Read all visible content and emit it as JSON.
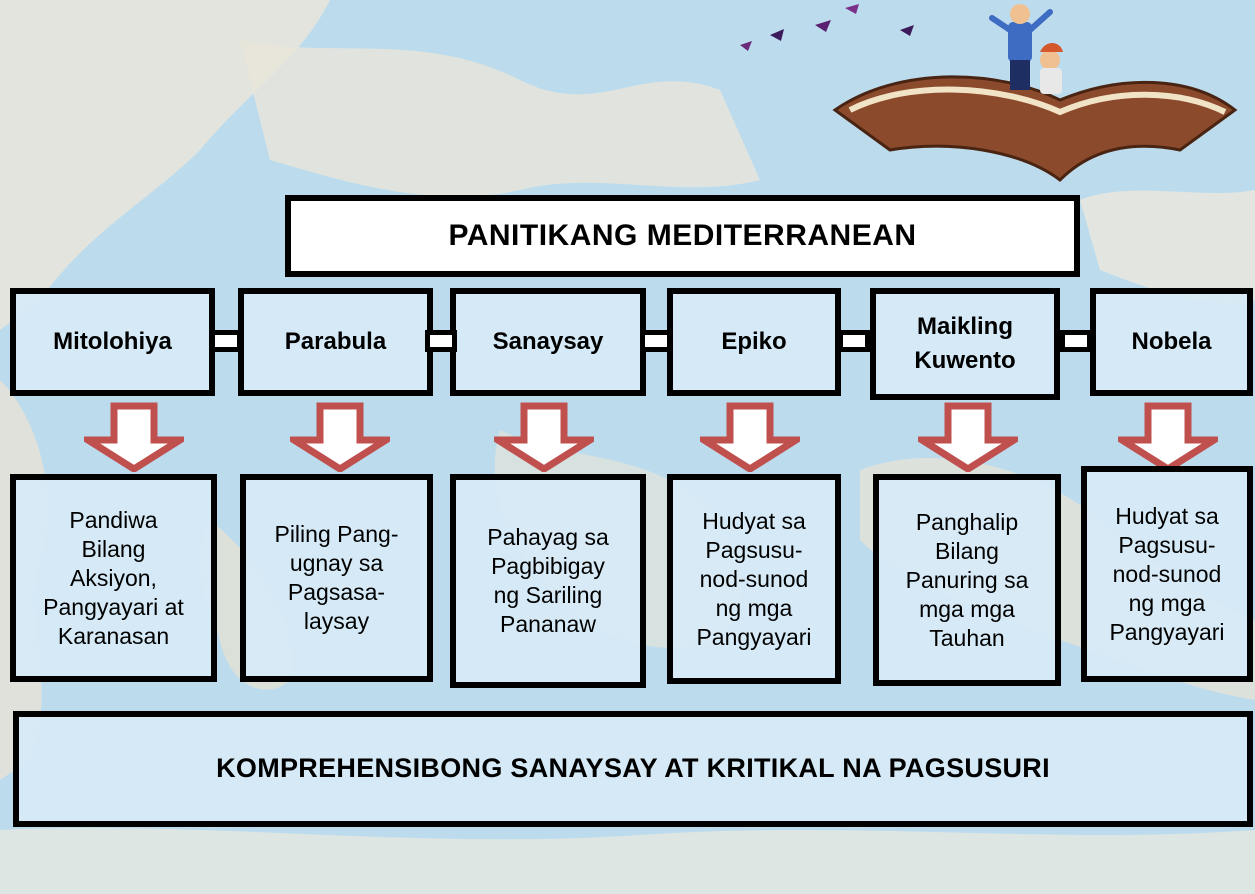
{
  "title": "PANITIKANG MEDITERRANEAN",
  "categories": [
    {
      "label": "Mitolohiya"
    },
    {
      "label": "Parabula"
    },
    {
      "label": "Sanaysay"
    },
    {
      "label": "Epiko"
    },
    {
      "label": "Maikling Kuwento"
    },
    {
      "label": "Nobela"
    }
  ],
  "details": [
    {
      "lines": [
        "Pandiwa",
        "Bilang",
        "Aksiyon,",
        "Pangyayari at",
        "Karanasan"
      ]
    },
    {
      "lines": [
        "Piling Pang-",
        "ugnay sa",
        "Pagsasa-",
        "laysay"
      ]
    },
    {
      "lines": [
        "Pahayag sa",
        "Pagbibigay",
        "ng Sariling",
        "Pananaw"
      ]
    },
    {
      "lines": [
        "Hudyat sa",
        "Pagsusu-",
        "nod-sunod",
        "ng mga",
        "Pangyayari"
      ]
    },
    {
      "lines": [
        "Panghalip",
        "Bilang",
        "Panuring sa",
        "mga mga",
        "Tauhan"
      ]
    },
    {
      "lines": [
        "Hudyat sa",
        "Pagsusu-",
        "nod-sunod",
        "ng mga",
        "Pangyayari"
      ]
    }
  ],
  "footer": "KOMPREHENSIBONG SANAYSAY AT KRITIKAL NA PAGSUSURI",
  "colors": {
    "box_fill": "#d7ebf6",
    "arrow_fill": "#ffffff",
    "arrow_stroke": "#c0504d",
    "border": "#000000"
  }
}
